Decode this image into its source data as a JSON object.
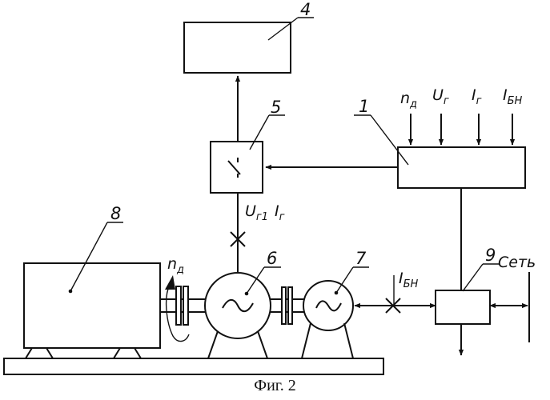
{
  "figure": {
    "caption": "Фиг. 2",
    "network_label": "Сеть",
    "block_numbers": {
      "b1": "1",
      "b4": "4",
      "b5": "5",
      "b6": "6",
      "b7": "7",
      "b8": "8",
      "b9": "9"
    },
    "inputs": {
      "nd": {
        "main": "n",
        "sub": "д"
      },
      "ug": {
        "main": "U",
        "sub": "г"
      },
      "ig": {
        "main": "I",
        "sub": "г"
      },
      "ibn": {
        "main": "I",
        "sub": "БН"
      }
    },
    "signals": {
      "u_g1": {
        "main": "U",
        "sub": "г1"
      },
      "i_g": {
        "main": "I",
        "sub": "г"
      },
      "ibn_line": {
        "main": "I",
        "sub": "БН"
      },
      "nd_shaft": {
        "main": "n",
        "sub": "д"
      }
    }
  }
}
